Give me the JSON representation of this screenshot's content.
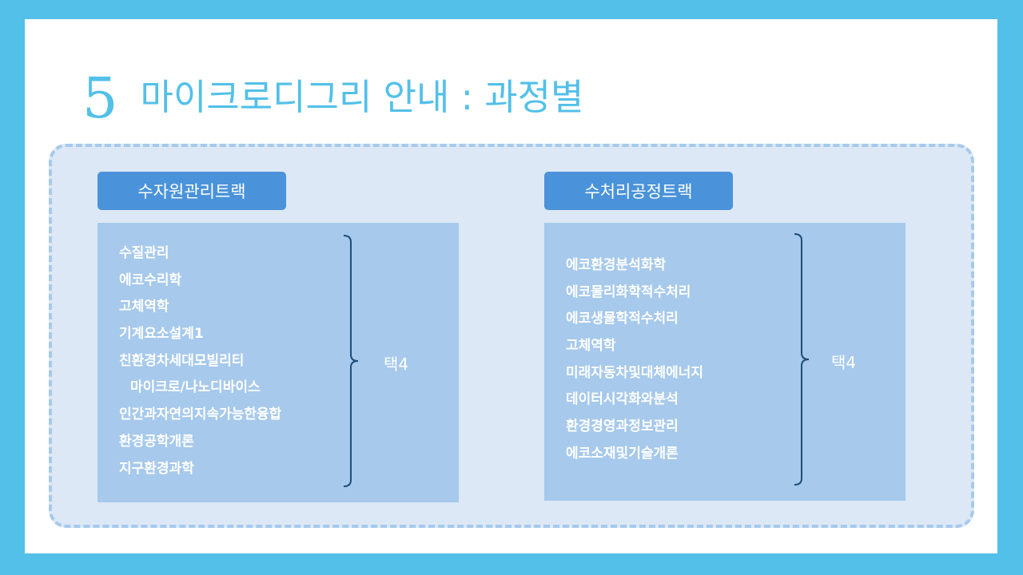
{
  "heading": {
    "number": "5",
    "title": "마이크로디그리 안내 : 과정별"
  },
  "tracks": [
    {
      "label": "수자원관리트랙",
      "courses": [
        "수질관리",
        "에코수리학",
        "고체역학",
        "기계요소설계1",
        "친환경차세대모빌리티",
        "마이크로/나노디바이스",
        "인간과자연의지속가능한융합",
        "환경공학개론",
        "지구환경과학"
      ],
      "selection": "택4"
    },
    {
      "label": "수처리공정트랙",
      "courses": [
        "에코환경분석화학",
        "에코물리화학적수처리",
        "에코생물학적수처리",
        "고체역학",
        "미래자동차및대체에너지",
        "데이터시각화와분석",
        "환경경영과정보관리",
        "에코소재및기술개론"
      ],
      "selection": "택4"
    }
  ],
  "colors": {
    "frame": "#52C0E9",
    "heading": "#52C0E9",
    "panel_fill": "#DCE8F6",
    "panel_border": "#A6C9EC",
    "label_fill": "#4A93DA",
    "box_fill": "#A6C9EC",
    "brace": "#1F4E79"
  }
}
